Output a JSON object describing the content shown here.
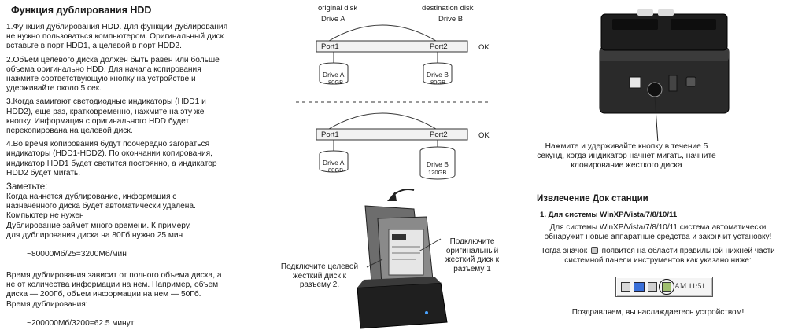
{
  "left": {
    "title": "Функция дублирования HDD",
    "steps": [
      "1.Функция дублирования HDD. Для функции дублирования\n  не нужно пользоваться компьютером. Оригинальный диск\n  вставьте в порт HDD1, а целевой в порт HDD2.",
      "2.Объем целевого диска должен быть равен или больше\n  объема оригинально HDD. Для начала копирования\n  нажмите соответствующую кнопку на устройстве и\n  удерживайте около 5 сек.",
      "3.Когда замигают светодиодные индикаторы (HDD1 и\n  HDD2), еще раз, кратковременно, нажмите на эту же\n  кнопку. Информация с оригинального HDD будет\n  перекопирована на целевой диск.",
      "4.Во время копирования будут поочередно загораться\n  индикаторы (HDD1-HDD2). По окончании копирования,\n  индикатор HDD1 будет светится постоянно, а индикатор\n  HDD2 будет мигать."
    ],
    "note_title": "Заметьте:",
    "note_body": "Когда начнется дублирование, информация с\nназначенного диска будет автоматически удалена.\nКомпьютер не нужен\nДублирование займет много времени. К примеру,\nдля дублирования диска на 80Гб нужно 25 мин",
    "formula1": "~80000Мб/25=3200Мб/мин",
    "time_text": "Время дублирования зависит от полного объема диска, а\nне от количества информации на нем. Например, объем\nдиска — 200Гб, объем информации на нем — 50Гб.\nВремя дублирования:",
    "formula2": "~200000Мб/3200=62.5 минут"
  },
  "diagram": {
    "original_disk": "original disk",
    "destination_disk": "destination disk",
    "drive_a_label": "Drive A",
    "drive_b_label": "Drive B",
    "port1": "Port1",
    "port2": "Port2",
    "ok": "OK",
    "drive_a": "Drive A",
    "drive_b": "Drive B",
    "size_a1": "80GB",
    "size_b1": "80GB",
    "size_a2": "80GB",
    "size_b2": "120GB",
    "caption_slot1": "Подключите\nоригинальный\nжесткий диск к\nразъему 1",
    "caption_slot2": "Подключите целевой\nжесткий диск к\nразъему 2."
  },
  "right": {
    "caption_press": "Нажмите и удерживайте кнопку в течение 5 секунд, когда индикатор начнет мигать, начните клонирование жесткого диска",
    "dock_title": "Извлечение Док станции",
    "os_title": "1. Для системы WinXP/Vista/7/8/10/11",
    "os_p1": "Для системы WinXP/Vista/7/8/10/11 система автоматически обнаружит новые аппаратные средства и закончит установку!",
    "os_p2_a": "Тогда значок",
    "os_p2_b": "появится на области правильной нижней части системной панели инструментов как указано ниже:",
    "tray_time": "AM 11:51",
    "congrats": "Поздравляем, вы наслаждаетесь устройством!"
  }
}
